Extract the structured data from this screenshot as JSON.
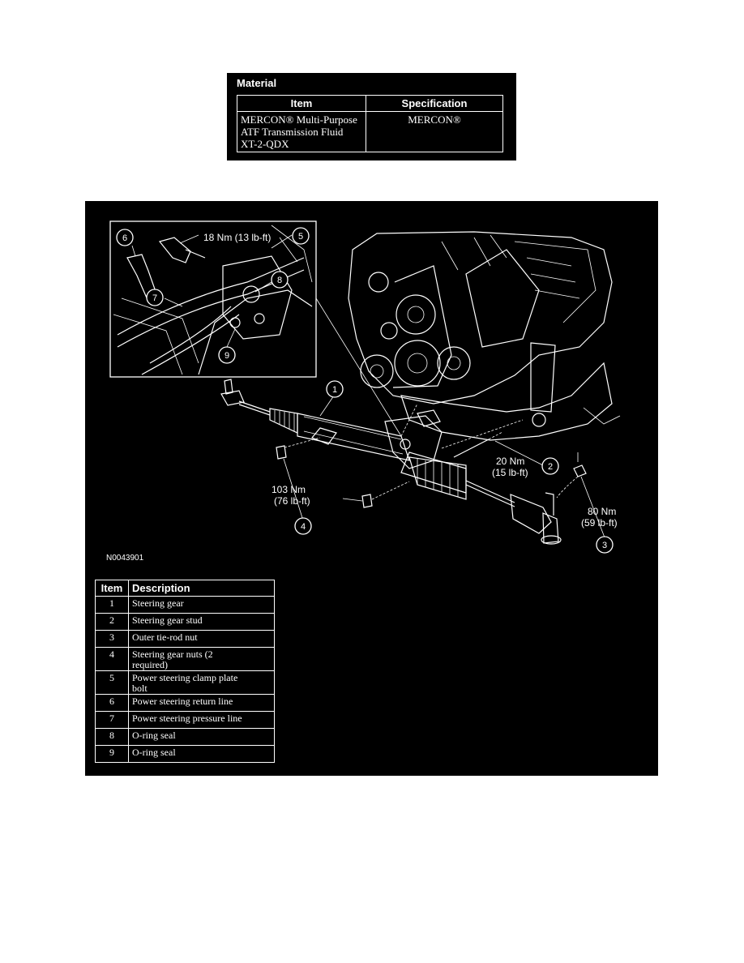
{
  "material": {
    "title": "Material",
    "headers": {
      "item": "Item",
      "specification": "Specification"
    },
    "rows": [
      {
        "item_lines": [
          "MERCON® Multi-Purpose",
          "ATF Transmission Fluid",
          "XT-2-QDX"
        ],
        "specification": "MERCON®"
      }
    ]
  },
  "figure": {
    "figure_id": "N0043901",
    "torque_5": "18 Nm (13 lb-ft)",
    "torque_2_line1": "20 Nm",
    "torque_2_line2": "(15 lb-ft)",
    "torque_3_line1": "80 Nm",
    "torque_3_line2": "(59 lb-ft)",
    "torque_4_line1": "103 Nm",
    "torque_4_line2": "(76 lb-ft)",
    "callouts": {
      "c1": "1",
      "c2": "2",
      "c3": "3",
      "c4": "4",
      "c5": "5",
      "c6": "6",
      "c7": "7",
      "c8": "8",
      "c9": "9"
    }
  },
  "description": {
    "headers": {
      "item": "Item",
      "description": "Description"
    },
    "rows": [
      {
        "item": "1",
        "lines": [
          "Steering gear"
        ]
      },
      {
        "item": "2",
        "lines": [
          "Steering gear stud"
        ]
      },
      {
        "item": "3",
        "lines": [
          "Outer tie-rod nut"
        ]
      },
      {
        "item": "4",
        "lines": [
          "Steering gear nuts (2",
          "required)"
        ]
      },
      {
        "item": "5",
        "lines": [
          "Power steering clamp plate",
          "bolt"
        ]
      },
      {
        "item": "6",
        "lines": [
          "Power steering return line"
        ]
      },
      {
        "item": "7",
        "lines": [
          "Power steering pressure line"
        ]
      },
      {
        "item": "8",
        "lines": [
          "O-ring seal"
        ]
      },
      {
        "item": "9",
        "lines": [
          "O-ring seal"
        ]
      }
    ]
  }
}
